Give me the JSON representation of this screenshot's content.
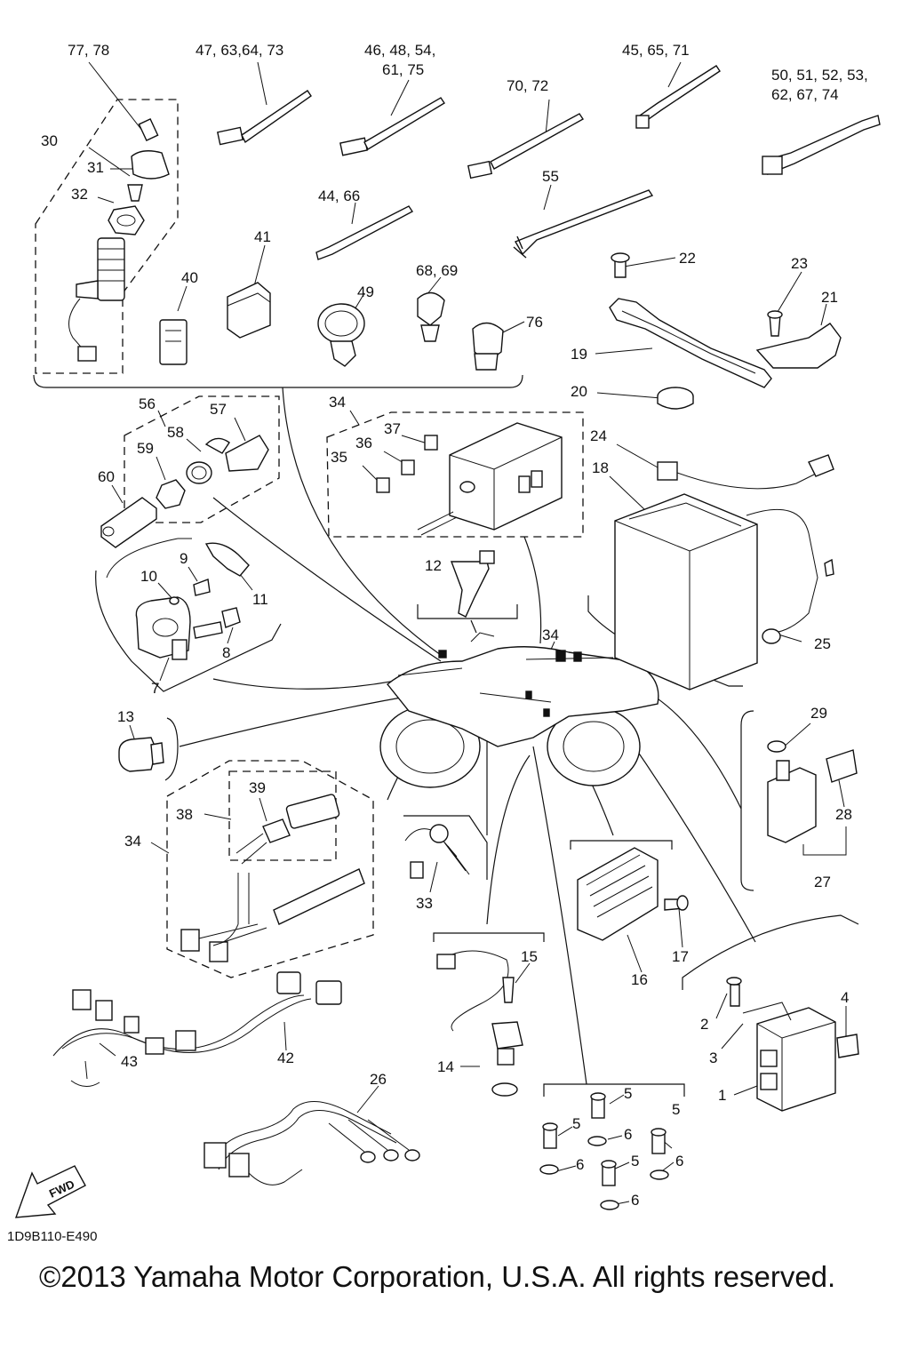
{
  "labels": {
    "l7778": "77, 78",
    "l47": "47, 63,64, 73",
    "l46a": "46, 48, 54,",
    "l46b": "61, 75",
    "l4565": "45, 65, 71",
    "l50a": "50, 51, 52, 53,",
    "l50b": "62, 67, 74",
    "l7072": "70, 72",
    "l30": "30",
    "l31": "31",
    "l32": "32",
    "l55": "55",
    "l4466": "44, 66",
    "l41": "41",
    "l40": "40",
    "l49": "49",
    "l6869": "68, 69",
    "l76": "76",
    "l22": "22",
    "l23": "23",
    "l21": "21",
    "l19": "19",
    "l20": "20",
    "l56": "56",
    "l57": "57",
    "l58": "58",
    "l59": "59",
    "l60": "60",
    "l34a": "34",
    "l37": "37",
    "l36": "36",
    "l35": "35",
    "l24": "24",
    "l18": "18",
    "l9": "9",
    "l10": "10",
    "l11": "11",
    "l12": "12",
    "l8": "8",
    "l7": "7",
    "l34b": "34",
    "l25": "25",
    "l13": "13",
    "l29": "29",
    "l28": "28",
    "l27": "27",
    "l39": "39",
    "l38": "38",
    "l34c": "34",
    "l33": "33",
    "l17": "17",
    "l16": "16",
    "l15": "15",
    "l14": "14",
    "l4": "4",
    "l2": "2",
    "l3": "3",
    "l1": "1",
    "l43": "43",
    "l42": "42",
    "l26": "26",
    "l5a": "5",
    "l5b": "5",
    "l5c": "5",
    "l5d": "5",
    "l6a": "6",
    "l6b": "6",
    "l6c": "6",
    "l6d": "6"
  },
  "fwd_arrow": "FWD",
  "diagram_code": "1D9B110-E490",
  "copyright": "©2013 Yamaha Motor Corporation, U.S.A. All rights reserved."
}
